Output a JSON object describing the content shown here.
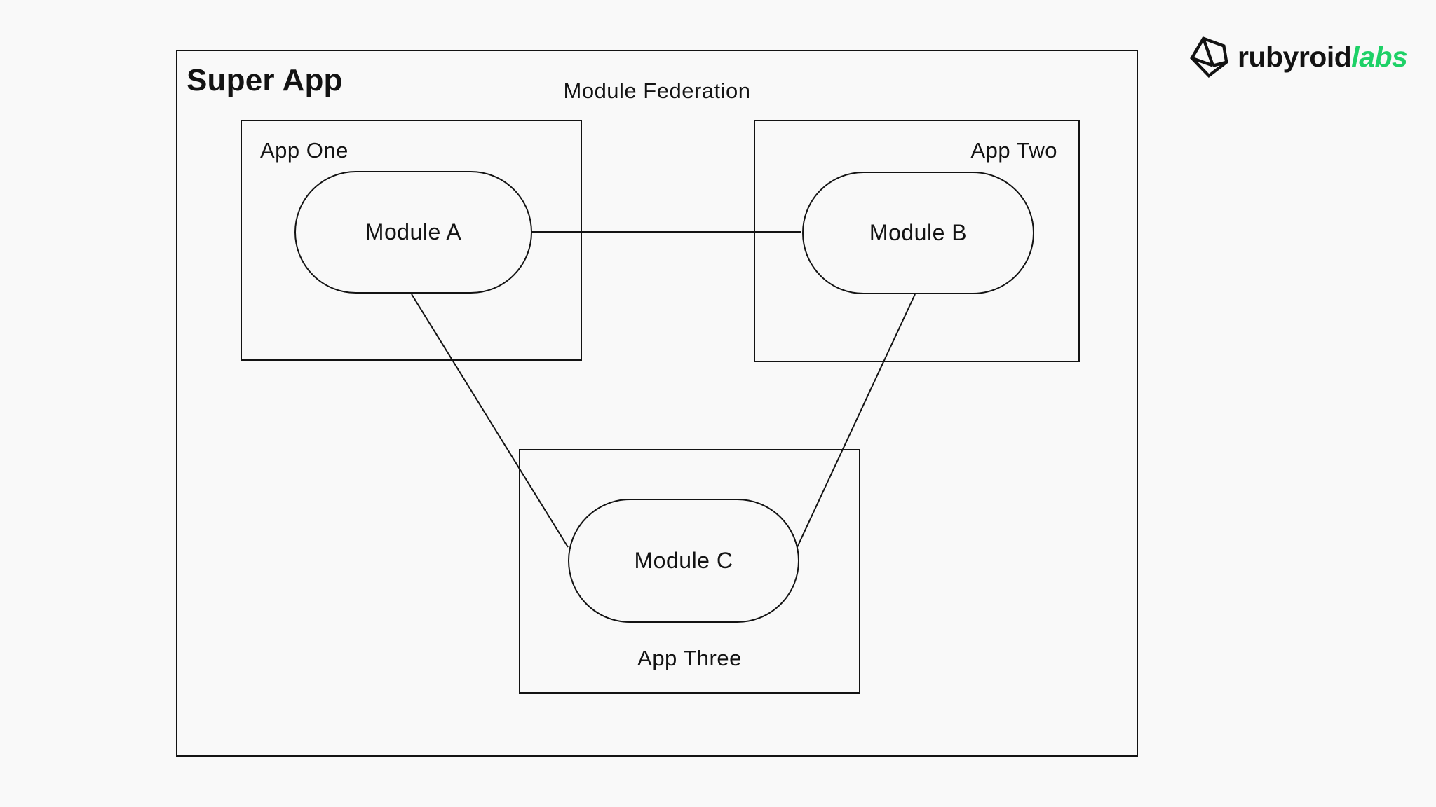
{
  "page": {
    "background": "#f9f9f9",
    "line_color": "#131313"
  },
  "logo": {
    "brand": "rubyroid",
    "suffix": "labs",
    "accent_color": "#1ed167",
    "icon": "gem-icon"
  },
  "diagram": {
    "outer_label": "Super App",
    "caption": "Module Federation",
    "containers": [
      {
        "label": "App One",
        "module_label": "Module A"
      },
      {
        "label": "App Two",
        "module_label": "Module B"
      },
      {
        "label": "App Three",
        "module_label": "Module C"
      }
    ],
    "edges": [
      {
        "from": "Module A",
        "to": "Module B"
      },
      {
        "from": "Module A",
        "to": "Module C"
      },
      {
        "from": "Module B",
        "to": "Module C"
      }
    ]
  }
}
